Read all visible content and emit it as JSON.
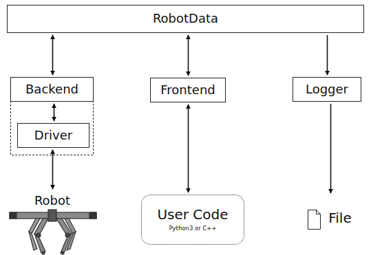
{
  "diagram": {
    "nodes": [
      {
        "text": [
          "RobotData"
        ]
      },
      {
        "text": [
          "Backend"
        ]
      },
      {
        "text": [
          "Frontend"
        ]
      },
      {
        "text": [
          "Logger"
        ]
      },
      {
        "text": [
          "Driver"
        ]
      },
      {
        "text": [
          "Robot"
        ]
      },
      {
        "text": [
          "User Code",
          "Python3 or C++"
        ]
      },
      {
        "text": [
          "File"
        ]
      }
    ],
    "edges": [
      {
        "from": 0,
        "to": 1,
        "arrow": "both"
      },
      {
        "from": 1,
        "to": 4,
        "arrow": "both"
      },
      {
        "from": 4,
        "to": 5,
        "arrow": "both"
      },
      {
        "from": 0,
        "to": 2,
        "arrow": "both"
      },
      {
        "from": 2,
        "to": 6,
        "arrow": "both"
      },
      {
        "from": 0,
        "to": 3,
        "arrow": "to"
      },
      {
        "from": 3,
        "to": 7,
        "arrow": "to"
      }
    ]
  }
}
